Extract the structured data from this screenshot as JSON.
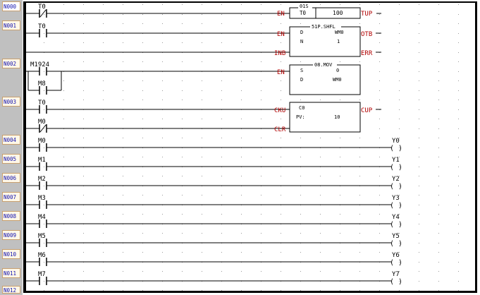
{
  "networks": [
    "N000",
    "N001",
    "N002",
    "N003",
    "N004",
    "N005",
    "N006",
    "N007",
    "N008",
    "N009",
    "N010",
    "N011",
    "N012"
  ],
  "contacts": {
    "c_t0_nc": "T0",
    "c_t0_no1": "T0",
    "c_m1924": "M1924",
    "c_m8": "M8",
    "c_t0_no2": "T0",
    "c_m0_nc": "M0",
    "c_m0": "M0",
    "c_m1": "M1",
    "c_m2": "M2",
    "c_m3": "M3",
    "c_m4": "M4",
    "c_m5": "M5",
    "c_m6": "M6",
    "c_m7": "M7"
  },
  "coils": {
    "y0": "Y0",
    "y1": "Y1",
    "y2": "Y2",
    "y3": "Y3",
    "y4": "Y4",
    "y5": "Y5",
    "y6": "Y6",
    "y7": "Y7",
    "paren": "( )"
  },
  "timer": {
    "code": "01S",
    "name": "T0",
    "preset": "100",
    "pin_en": "EN",
    "pin_out": "TUP"
  },
  "shfl": {
    "title": "51P.SHFL",
    "d": "D",
    "d_val": "WM0",
    "n": "N",
    "n_val": "1",
    "pin_en": "EN",
    "pin_inb": "INB",
    "pin_otb": "OTB",
    "pin_err": "ERR"
  },
  "mov": {
    "title": "08.MOV",
    "s": "S",
    "s_val": "0",
    "d": "D",
    "d_val": "WM0",
    "pin_en": "EN"
  },
  "counter": {
    "name": "C0",
    "pv_label": "PV:",
    "pv_val": "10",
    "pin_cku": "CKU",
    "pin_clr": "CLR",
    "pin_out": "CUP"
  },
  "colors": {
    "net_label": "#1010b0",
    "pin_label": "#b00000",
    "wire": "#000000",
    "gutter": "#c0c0c0",
    "grid_dot": "#9a9a9a"
  }
}
